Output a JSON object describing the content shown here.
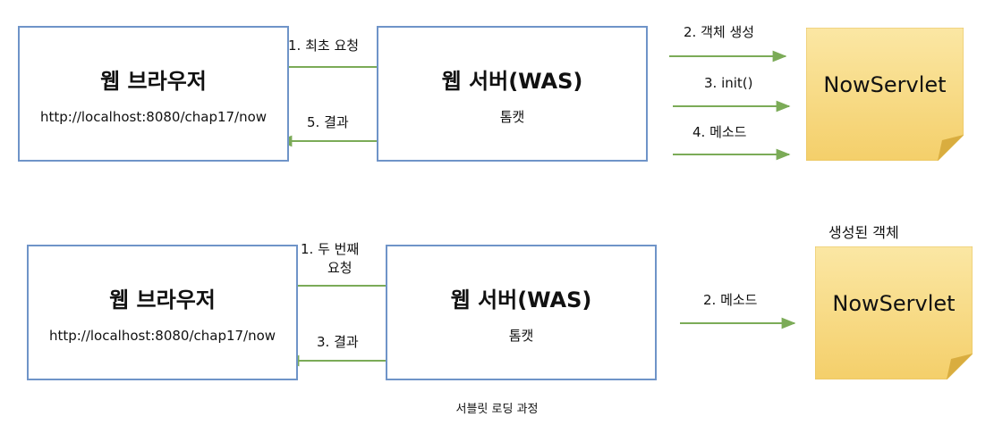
{
  "top": {
    "browser": {
      "title": "웹 브라우저",
      "url": "http://localhost:8080/chap17/now"
    },
    "server": {
      "title": "웹 서버(WAS)",
      "sub": "톰캣"
    },
    "servlet": {
      "name": "NowServlet"
    },
    "labels": {
      "first_request": "1. 최초 요청",
      "result": "5. 결과",
      "create_object": "2. 객체 생성",
      "init": "3. init()",
      "method": "4. 메소드"
    }
  },
  "bottom": {
    "browser": {
      "title": "웹 브라우저",
      "url": "http://localhost:8080/chap17/now"
    },
    "server": {
      "title": "웹 서버(WAS)",
      "sub": "톰캣"
    },
    "servlet": {
      "name": "NowServlet",
      "caption": "생성된 객체"
    },
    "labels": {
      "second_request_line1": "1.  두 번째",
      "second_request_line2": "요청",
      "result": "3. 결과",
      "method": "2. 메소드"
    }
  },
  "caption": "서블릿 로딩 과정",
  "colors": {
    "box_border": "#6f94c8",
    "arrow": "#7bab57",
    "note_fill": "#f7d77e"
  }
}
